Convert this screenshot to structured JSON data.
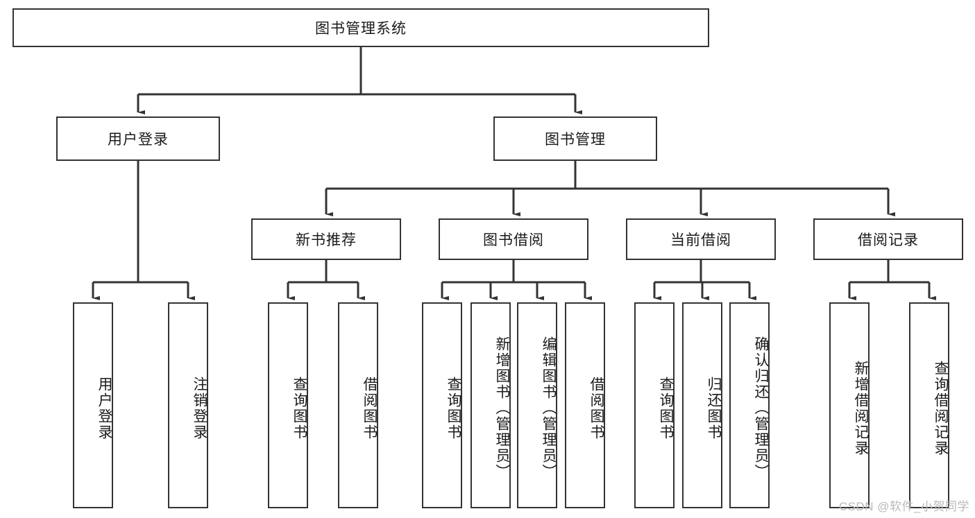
{
  "diagram": {
    "type": "tree-hierarchy",
    "title": "图书管理系统",
    "watermark": "CSDN @软件_小贺同学",
    "colors": {
      "background": "#ffffff",
      "stroke": "#333333",
      "text": "#1a1a1a",
      "watermark": "#b9b9b9"
    },
    "root": {
      "label": "图书管理系统"
    },
    "level2": [
      {
        "label": "用户登录"
      },
      {
        "label": "图书管理"
      }
    ],
    "level3": [
      {
        "label": "新书推荐"
      },
      {
        "label": "图书借阅"
      },
      {
        "label": "当前借阅"
      },
      {
        "label": "借阅记录"
      }
    ],
    "leaves": {
      "user_login": [
        {
          "label": "用户登录"
        },
        {
          "label": "注销登录"
        }
      ],
      "new_book_recommend": [
        {
          "label": "查询图书"
        },
        {
          "label": "借阅图书"
        }
      ],
      "book_borrow": [
        {
          "label": "查询图书"
        },
        {
          "label": "新增图书（管理员）"
        },
        {
          "label": "编辑图书（管理员）"
        },
        {
          "label": "借阅图书"
        }
      ],
      "current_borrow": [
        {
          "label": "查询图书"
        },
        {
          "label": "归还图书"
        },
        {
          "label": "确认归还（管理员）"
        }
      ],
      "borrow_record": [
        {
          "label": "新增借阅记录"
        },
        {
          "label": "查询借阅记录"
        }
      ]
    }
  }
}
